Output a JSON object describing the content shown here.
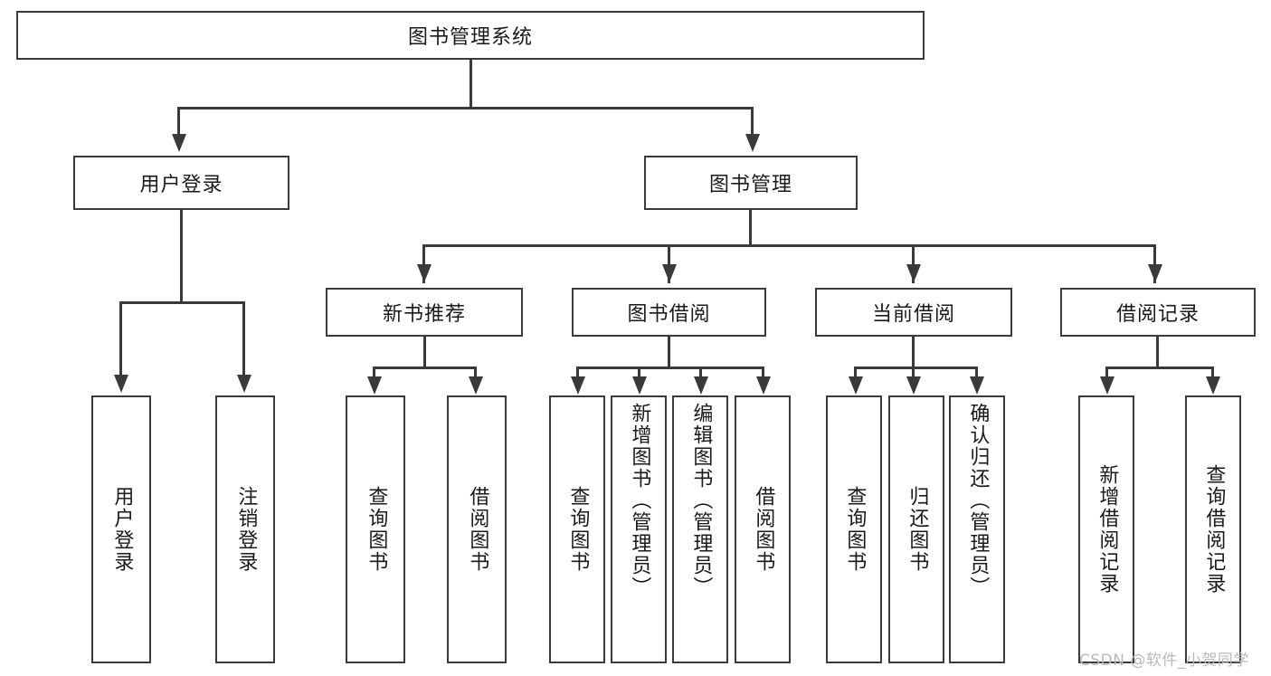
{
  "diagram": {
    "type": "tree-hierarchy",
    "title": "图书管理系统",
    "root": {
      "label": "图书管理系统",
      "orientation": "horizontal"
    },
    "level2": [
      {
        "label": "用户登录",
        "orientation": "horizontal"
      },
      {
        "label": "图书管理",
        "orientation": "horizontal"
      }
    ],
    "level3": [
      {
        "label": "新书推荐",
        "orientation": "horizontal",
        "parent": "图书管理"
      },
      {
        "label": "图书借阅",
        "orientation": "horizontal",
        "parent": "图书管理"
      },
      {
        "label": "当前借阅",
        "orientation": "horizontal",
        "parent": "图书管理"
      },
      {
        "label": "借阅记录",
        "orientation": "horizontal",
        "parent": "图书管理"
      }
    ],
    "leaves": {
      "user_login": [
        {
          "label": "用户登录",
          "orientation": "vertical"
        },
        {
          "label": "注销登录",
          "orientation": "vertical"
        }
      ],
      "new_book_recommend": [
        {
          "label": "查询图书",
          "orientation": "vertical"
        },
        {
          "label": "借阅图书",
          "orientation": "vertical"
        }
      ],
      "book_borrow": [
        {
          "label": "查询图书",
          "orientation": "vertical"
        },
        {
          "label": "新增图书（管理员）",
          "orientation": "vertical"
        },
        {
          "label": "编辑图书（管理员）",
          "orientation": "vertical"
        },
        {
          "label": "借阅图书",
          "orientation": "vertical"
        }
      ],
      "current_borrow": [
        {
          "label": "查询图书",
          "orientation": "vertical"
        },
        {
          "label": "归还图书",
          "orientation": "vertical"
        },
        {
          "label": "确认归还（管理员）",
          "orientation": "vertical"
        }
      ],
      "borrow_record": [
        {
          "label": "新增借阅记录",
          "orientation": "vertical"
        },
        {
          "label": "查询借阅记录",
          "orientation": "vertical"
        }
      ]
    },
    "watermark": "CSDN @软件_小贺同学",
    "colors": {
      "border": "#3a3a3a",
      "background": "#ffffff",
      "text": "#1a1a1a",
      "watermark": "#b9b9b9"
    }
  }
}
